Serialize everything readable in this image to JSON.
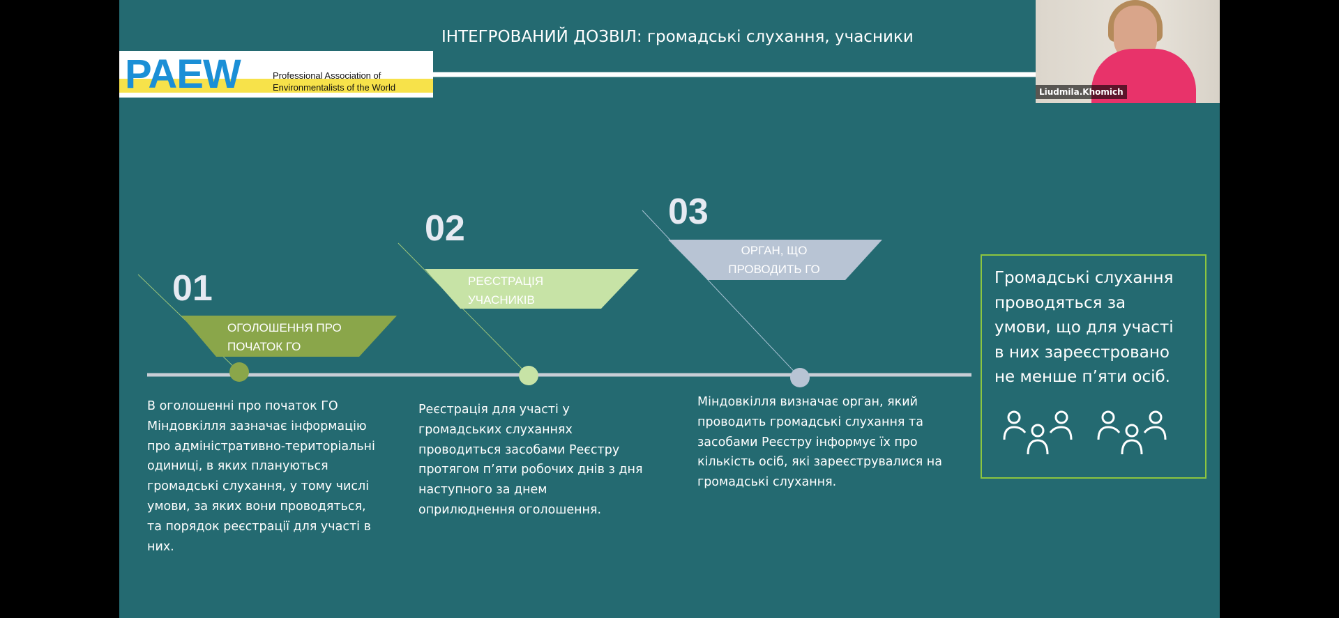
{
  "slide": {
    "title": "ІНТЕГРОВАНИЙ ДОЗВІЛ: громадські слухання, учасники",
    "logo": {
      "acronym": "PAEW",
      "line1": "Professional Association of",
      "line2": "Environmentalists of the World"
    },
    "steps": [
      {
        "number": "01",
        "label_line1": "ОГОЛОШЕННЯ ПРО",
        "label_line2": "ПОЧАТОК ГО",
        "color": "#8aa64a",
        "description": [
          "В оголошенні про початок ГО",
          "Міндовкілля зазначає інформацію",
          "про адміністративно-територіальні",
          "одиниці, в яких плануються",
          "громадські слухання,  у тому числі",
          "умови, за яких вони проводяться,",
          "та порядок реєстрації для участі в",
          "них."
        ]
      },
      {
        "number": "02",
        "label_line1": "РЕЄСТРАЦІЯ",
        "label_line2": "УЧАСНИКІВ",
        "color": "#c7e3a6",
        "description": [
          "Реєстрація для участі у",
          "громадських слуханнях",
          "проводиться засобами Реєстру",
          "протягом п’яти робочих днів з дня",
          "наступного за днем",
          "оприлюднення оголошення."
        ]
      },
      {
        "number": "03",
        "label_line1": "ОРГАН, ЩО",
        "label_line2": "ПРОВОДИТЬ ГО",
        "color": "#b8c4d4",
        "description": [
          "Міндовкілля визначає орган, який",
          "проводить громадські слухання та",
          "засобами Реєстру інформує їх про",
          "кількість осіб, які зареєструвалися на",
          "громадські слухання."
        ]
      }
    ],
    "callout": [
      "Громадські слухання",
      "проводяться за",
      "умови, що для участі",
      "в них зареєстровано",
      "не менше п’яти осіб."
    ],
    "callout_icons": [
      "people-group-icon",
      "people-group-icon"
    ]
  },
  "video": {
    "participant_name": "Liudmila.Khomich"
  },
  "colors": {
    "background": "#246a71",
    "accent": "#8dc63f"
  }
}
